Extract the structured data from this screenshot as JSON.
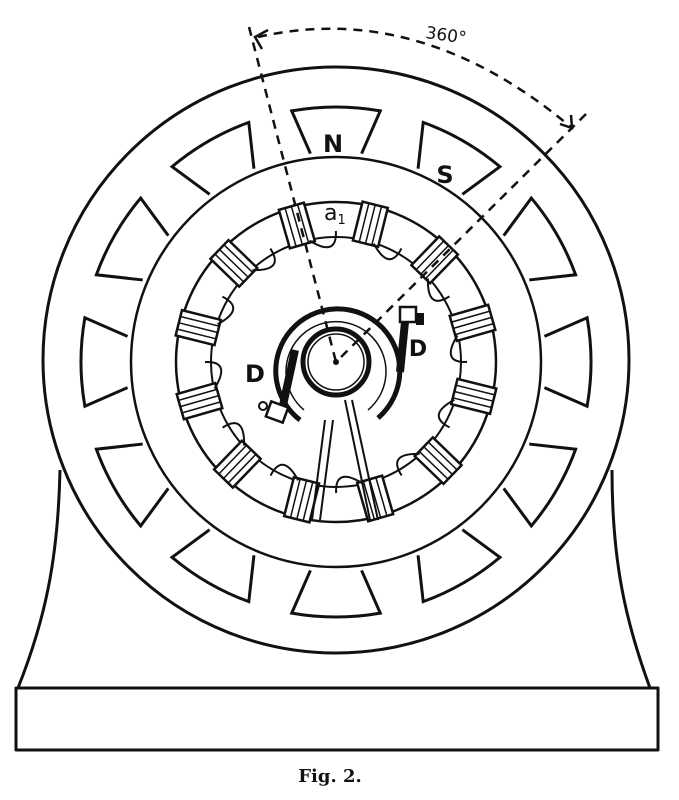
{
  "figure": {
    "caption": "Fig. 2.",
    "angle_label": "360°",
    "pole_labels": {
      "north": "N",
      "south": "S"
    },
    "coil_label": "a",
    "coil_label_subscript": "1",
    "brush_labels": {
      "left": "D",
      "right": "D"
    }
  },
  "colors": {
    "ink": "#111111",
    "paper": "#ffffff"
  }
}
